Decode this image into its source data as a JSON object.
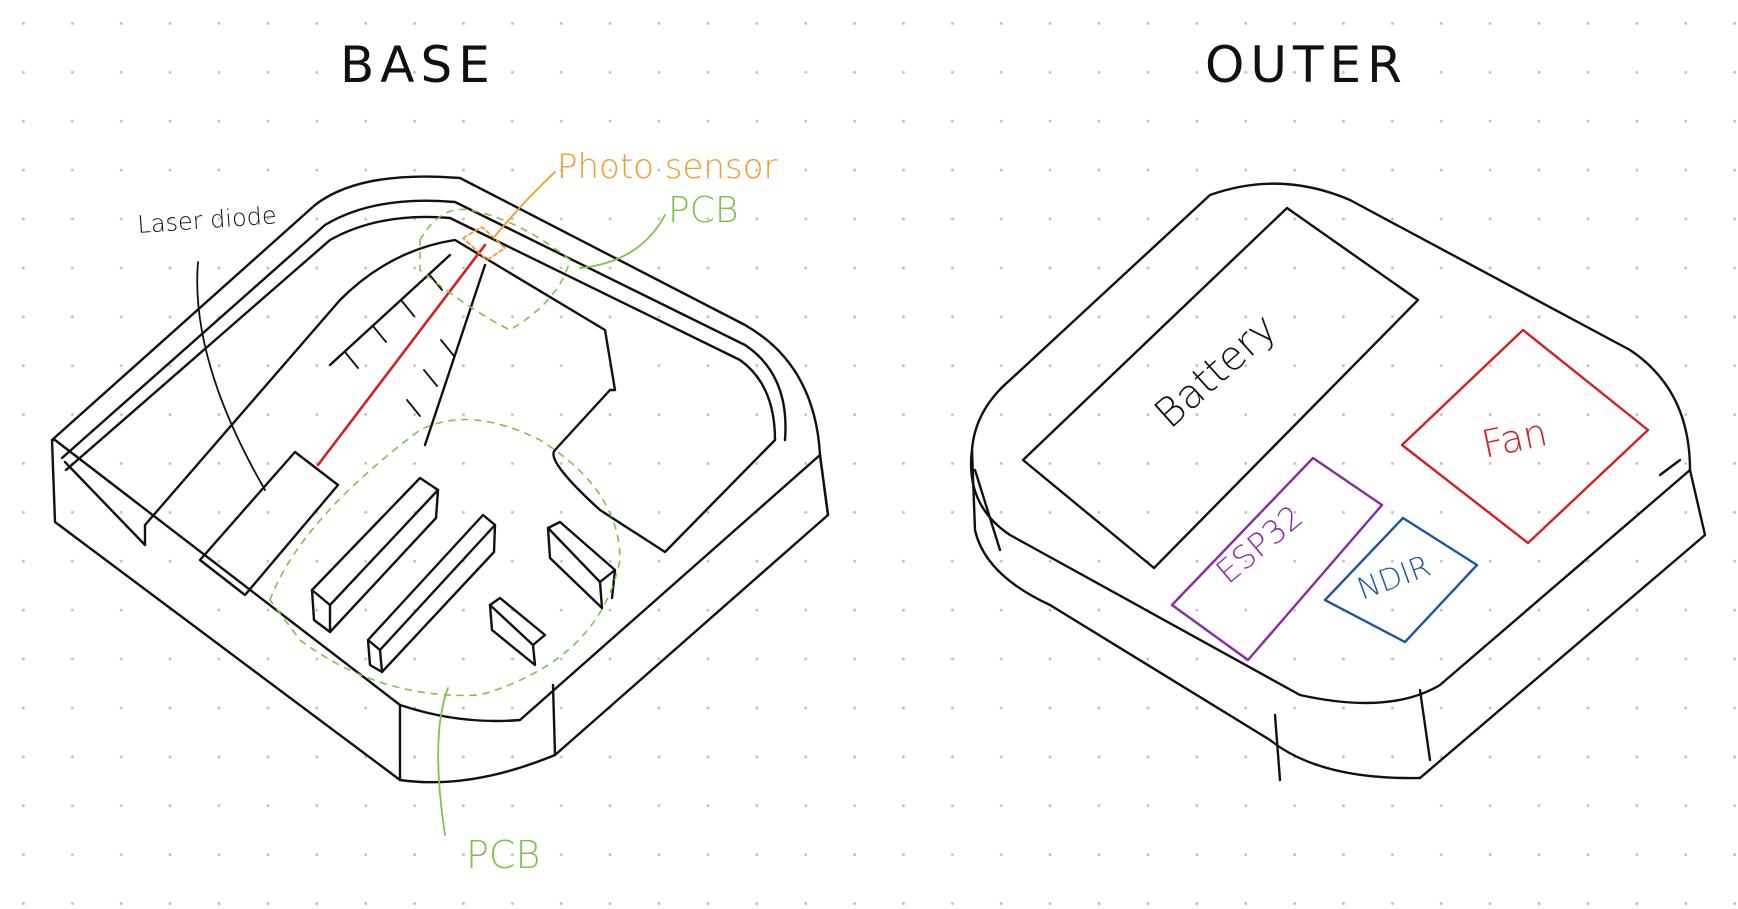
{
  "base": {
    "title": "BASE",
    "labels": {
      "laser_diode": "Laser diode",
      "photo_sensor": "Photo sensor",
      "pcb_top": "PCB",
      "pcb_bottom": "PCB"
    }
  },
  "outer": {
    "title": "OUTER",
    "components": {
      "battery": "Battery",
      "fan": "Fan",
      "esp32": "ESP32",
      "ndir": "NDIR"
    }
  },
  "colors": {
    "ink": "#111111",
    "laser_beam": "#d42020",
    "photo_sensor": "#f39a2c",
    "pcb": "#7ec24a",
    "fan": "#d42020",
    "esp32": "#8a2ba6",
    "ndir": "#1d57a3",
    "grid_dot": "#c4c4c4"
  }
}
